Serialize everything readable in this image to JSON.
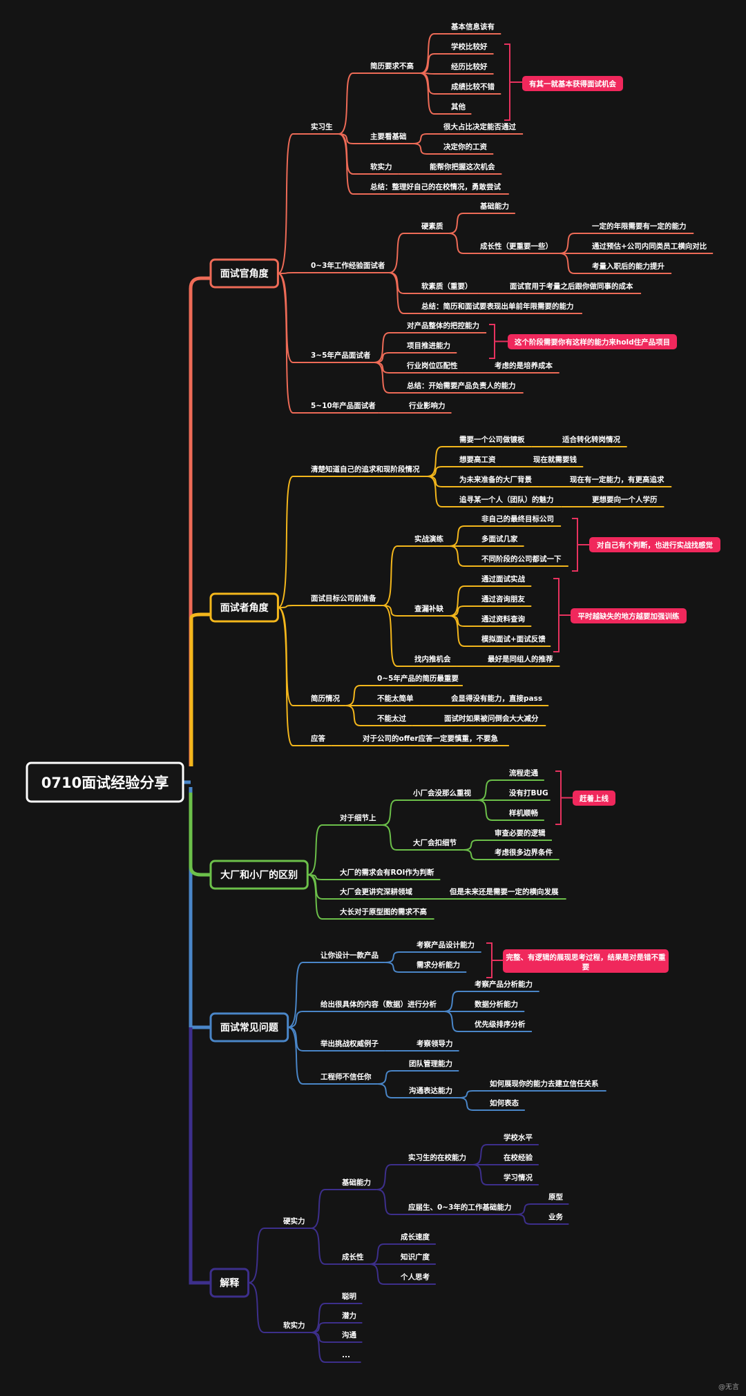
{
  "root": {
    "label": "0710面试经验分享"
  },
  "watermark": "@无言",
  "branches": [
    {
      "id": "b1",
      "label": "面试官角度",
      "color": "#ee6b57",
      "children": [
        {
          "label": "实习生",
          "children": [
            {
              "label": "简历要求不高",
              "children": [
                {
                  "label": "基本信息该有"
                },
                {
                  "label": "学校比较好"
                },
                {
                  "label": "经历比较好"
                },
                {
                  "label": "成绩比较不错"
                },
                {
                  "label": "其他"
                }
              ],
              "note": "有其一就基本获得面试机会"
            },
            {
              "label": "主要看基础",
              "children": [
                {
                  "label": "很大占比决定能否通过"
                },
                {
                  "label": "决定你的工资"
                }
              ]
            },
            {
              "label": "软实力",
              "children": [
                {
                  "label": "能帮你把握这次机会"
                }
              ]
            },
            {
              "label": "总结：整理好自己的在校情况，勇敢尝试"
            }
          ]
        },
        {
          "label": "0~3年工作经验面试者",
          "children": [
            {
              "label": "硬素质",
              "children": [
                {
                  "label": "基础能力"
                },
                {
                  "label": "成长性（更重要一些）",
                  "children": [
                    {
                      "label": "一定的年限需要有一定的能力"
                    },
                    {
                      "label": "通过预估+公司内同类员工横向对比"
                    },
                    {
                      "label": "考量入职后的能力提升"
                    }
                  ]
                }
              ]
            },
            {
              "label": "软素质（重要）",
              "children": [
                {
                  "label": "面试官用于考量之后跟你做同事的成本"
                }
              ]
            },
            {
              "label": "总结：简历和面试要表现出单前年限需要的能力"
            }
          ]
        },
        {
          "label": "3~5年产品面试者",
          "children": [
            {
              "label": "对产品整体的把控能力"
            },
            {
              "label": "项目推进能力"
            },
            {
              "label": "行业岗位匹配性",
              "children": [
                {
                  "label": "考虑的是培养成本"
                }
              ]
            },
            {
              "label": "总结：开始需要产品负责人的能力"
            }
          ],
          "note": "这个阶段需要你有这样的能力来hold住产品项目"
        },
        {
          "label": "5~10年产品面试者",
          "children": [
            {
              "label": "行业影响力"
            }
          ]
        }
      ]
    },
    {
      "id": "b2",
      "label": "面试者角度",
      "color": "#f4b71c",
      "children": [
        {
          "label": "清楚知道自己的追求和现阶段情况",
          "children": [
            {
              "label": "需要一个公司做镀板",
              "children": [
                {
                  "label": "适合转化转岗情况"
                }
              ]
            },
            {
              "label": "想要高工资",
              "children": [
                {
                  "label": "现在就需要钱"
                }
              ]
            },
            {
              "label": "为未来准备的大厂背景",
              "children": [
                {
                  "label": "现在有一定能力，有更高追求"
                }
              ]
            },
            {
              "label": "追寻某一个人（团队）的魅力",
              "children": [
                {
                  "label": "更想要向一个人学历"
                }
              ]
            }
          ]
        },
        {
          "label": "面试目标公司前准备",
          "children": [
            {
              "label": "实战演练",
              "children": [
                {
                  "label": "非自己的最终目标公司"
                },
                {
                  "label": "多面试几家"
                },
                {
                  "label": "不同阶段的公司都试一下"
                }
              ],
              "note": "对自己有个判断，也进行实战找感觉"
            },
            {
              "label": "查漏补缺",
              "children": [
                {
                  "label": "通过面试实战"
                },
                {
                  "label": "通过咨询朋友"
                },
                {
                  "label": "通过资料查询"
                },
                {
                  "label": "模拟面试+面试反馈"
                }
              ],
              "note": "平时越缺失的地方越要加强训练"
            },
            {
              "label": "找内推机会",
              "children": [
                {
                  "label": "最好是同组人的推荐"
                }
              ]
            }
          ]
        },
        {
          "label": "简历情况",
          "children": [
            {
              "label": "0~5年产品的简历最重要"
            },
            {
              "label": "不能太简单",
              "children": [
                {
                  "label": "会显得没有能力，直接pass"
                }
              ]
            },
            {
              "label": "不能太过",
              "children": [
                {
                  "label": "面试时如果被问倒会大大减分"
                }
              ]
            }
          ]
        },
        {
          "label": "应答",
          "children": [
            {
              "label": "对于公司的offer应答一定要慎重，不要急"
            }
          ]
        }
      ]
    },
    {
      "id": "b3",
      "label": "大厂和小厂的区别",
      "color": "#6cc04a",
      "children": [
        {
          "label": "对于细节上",
          "children": [
            {
              "label": "小厂会没那么重视",
              "children": [
                {
                  "label": "流程走通"
                },
                {
                  "label": "没有打BUG"
                },
                {
                  "label": "样机顺畅"
                }
              ],
              "note": "赶着上线"
            },
            {
              "label": "大厂会扣细节",
              "children": [
                {
                  "label": "审查必要的逻辑"
                },
                {
                  "label": "考虑很多边界条件"
                }
              ]
            }
          ]
        },
        {
          "label": "大厂的需求会有ROI作为判断"
        },
        {
          "label": "大厂会更讲究深耕领域",
          "children": [
            {
              "label": "但是未来还是需要一定的横向发展"
            }
          ]
        },
        {
          "label": "大长对于原型图的需求不高"
        }
      ]
    },
    {
      "id": "b4",
      "label": "面试常见问题",
      "color": "#4a86c8",
      "children": [
        {
          "label": "让你设计一款产品",
          "children": [
            {
              "label": "考察产品设计能力"
            },
            {
              "label": "需求分析能力"
            }
          ],
          "note": "完整、有逻辑的展现思考过程，结果是对是错不重要"
        },
        {
          "label": "给出很具体的内容（数据）进行分析",
          "children": [
            {
              "label": "考察产品分析能力"
            },
            {
              "label": "数据分析能力"
            },
            {
              "label": "优先级排序分析"
            }
          ]
        },
        {
          "label": "举出挑战权威例子",
          "children": [
            {
              "label": "考察领导力"
            }
          ]
        },
        {
          "label": "工程师不信任你",
          "children": [
            {
              "label": "团队管理能力"
            },
            {
              "label": "沟通表达能力",
              "children": [
                {
                  "label": "如何展现你的能力去建立信任关系"
                },
                {
                  "label": "如何表态"
                }
              ]
            }
          ]
        }
      ]
    },
    {
      "id": "b5",
      "label": "解释",
      "color": "#3d2f8c",
      "children": [
        {
          "label": "硬实力",
          "children": [
            {
              "label": "基础能力",
              "children": [
                {
                  "label": "实习生的在校能力",
                  "children": [
                    {
                      "label": "学校水平"
                    },
                    {
                      "label": "在校经验"
                    },
                    {
                      "label": "学习情况"
                    }
                  ]
                },
                {
                  "label": "应届生、0~3年的工作基础能力",
                  "children": [
                    {
                      "label": "原型"
                    },
                    {
                      "label": "业务"
                    }
                  ]
                }
              ]
            },
            {
              "label": "成长性",
              "children": [
                {
                  "label": "成长速度"
                },
                {
                  "label": "知识广度"
                },
                {
                  "label": "个人思考"
                }
              ]
            }
          ]
        },
        {
          "label": "软实力",
          "children": [
            {
              "label": "聪明"
            },
            {
              "label": "潜力"
            },
            {
              "label": "沟通"
            },
            {
              "label": "..."
            }
          ]
        }
      ]
    }
  ],
  "colors": {
    "background": "#141414",
    "root_border": "#ffffff",
    "note_fill": "#f0285c",
    "note_bracket": "#e8325f"
  }
}
